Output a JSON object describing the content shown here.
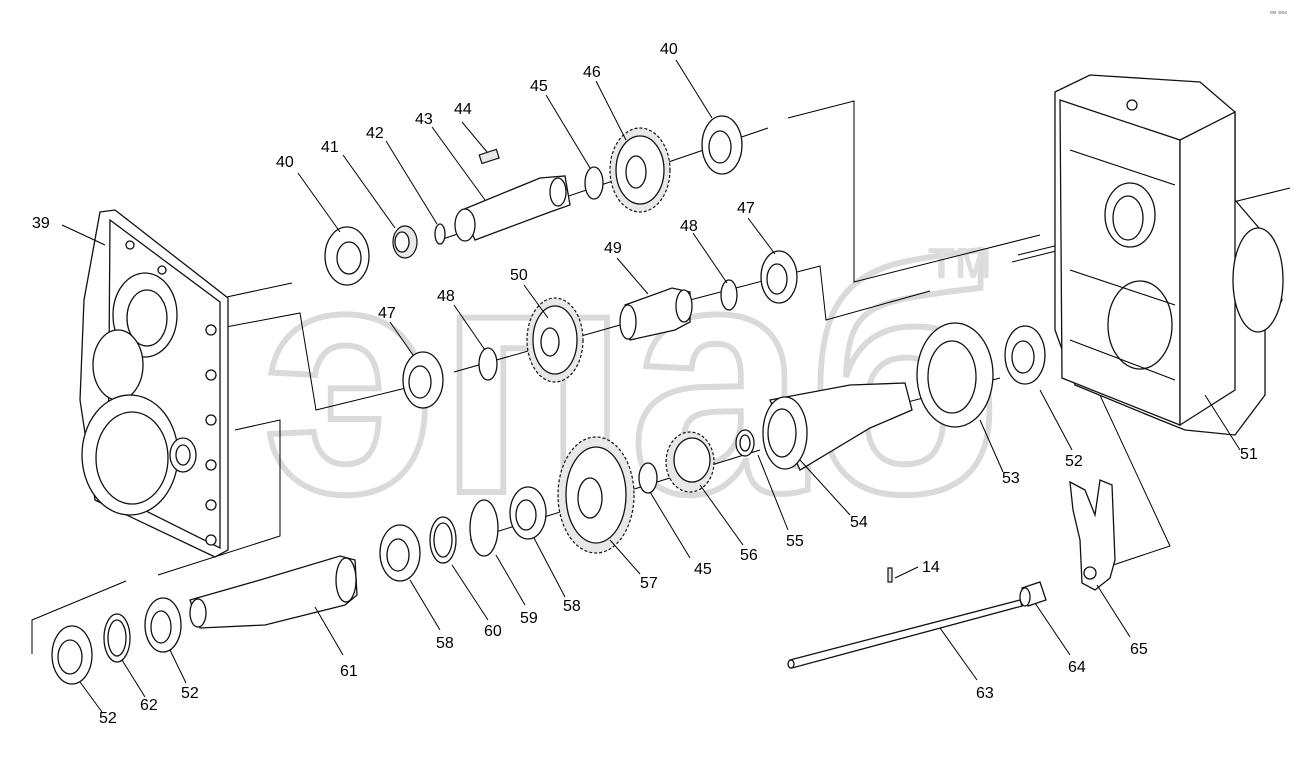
{
  "watermark": {
    "brand": "эпаб",
    "mark": "TM"
  },
  "corner_mark": "ᵉᶰ ᵉᵉᵉ",
  "callouts": [
    {
      "id": "c39",
      "text": "39"
    },
    {
      "id": "c40a",
      "text": "40"
    },
    {
      "id": "c41",
      "text": "41"
    },
    {
      "id": "c42",
      "text": "42"
    },
    {
      "id": "c43",
      "text": "43"
    },
    {
      "id": "c44",
      "text": "44"
    },
    {
      "id": "c45a",
      "text": "45"
    },
    {
      "id": "c46",
      "text": "46"
    },
    {
      "id": "c40b",
      "text": "40"
    },
    {
      "id": "c48a",
      "text": "48"
    },
    {
      "id": "c47a",
      "text": "47"
    },
    {
      "id": "c49",
      "text": "49"
    },
    {
      "id": "c50",
      "text": "50"
    },
    {
      "id": "c48b",
      "text": "48"
    },
    {
      "id": "c47b",
      "text": "47"
    },
    {
      "id": "c51",
      "text": "51"
    },
    {
      "id": "c52a",
      "text": "52"
    },
    {
      "id": "c53",
      "text": "53"
    },
    {
      "id": "c54",
      "text": "54"
    },
    {
      "id": "c55",
      "text": "55"
    },
    {
      "id": "c56",
      "text": "56"
    },
    {
      "id": "c45b",
      "text": "45"
    },
    {
      "id": "c57",
      "text": "57"
    },
    {
      "id": "c58a",
      "text": "58"
    },
    {
      "id": "c59",
      "text": "59"
    },
    {
      "id": "c60",
      "text": "60"
    },
    {
      "id": "c58b",
      "text": "58"
    },
    {
      "id": "c61",
      "text": "61"
    },
    {
      "id": "c52b",
      "text": "52"
    },
    {
      "id": "c62",
      "text": "62"
    },
    {
      "id": "c52c",
      "text": "52"
    },
    {
      "id": "c14",
      "text": "14"
    },
    {
      "id": "c63",
      "text": "63"
    },
    {
      "id": "c64",
      "text": "64"
    },
    {
      "id": "c65",
      "text": "65"
    }
  ]
}
